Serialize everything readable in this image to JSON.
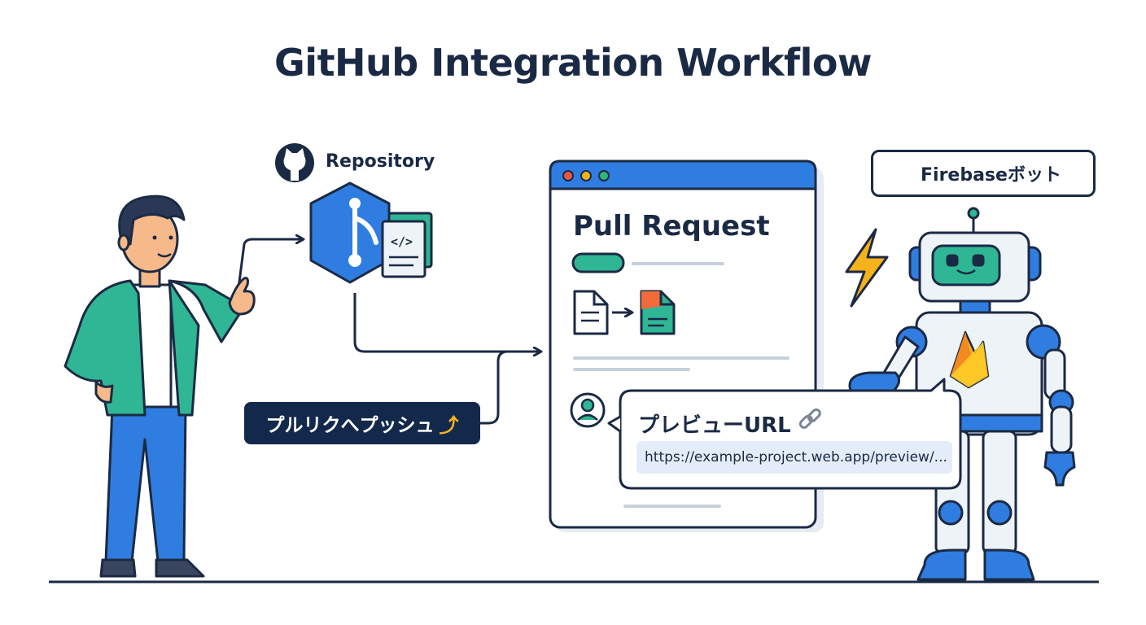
{
  "title": "GitHub Integration Workflow",
  "repository": {
    "label": "Repository",
    "icon": "github-icon"
  },
  "push_action": {
    "label": "プルリクへプッシュ",
    "icon": "arrow-up-right-icon"
  },
  "pull_request": {
    "title": "Pull Request",
    "window_dots": [
      "#e8573f",
      "#f5b21b",
      "#2fb67c"
    ]
  },
  "bot": {
    "label": "Firebaseボット",
    "icons": [
      "firebase-flame-icon",
      "robot-icon"
    ]
  },
  "preview_comment": {
    "title": "プレビューURL",
    "icon": "link-icon",
    "url": "https://example-project.web.app/preview/..."
  },
  "colors": {
    "navy": "#1b2a44",
    "blue": "#2f7de1",
    "teal": "#2fb694",
    "orange": "#f26b3a",
    "yellow": "#f5b21b"
  }
}
